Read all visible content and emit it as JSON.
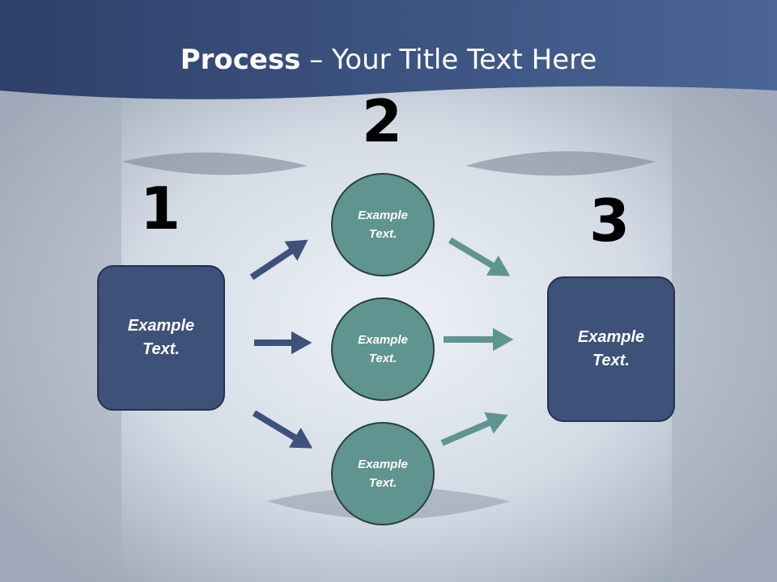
{
  "slide": {
    "title_bold": "Process",
    "title_rest": " – Your Title Text Here"
  },
  "steps": {
    "n1": "1",
    "n2": "2",
    "n3": "3"
  },
  "nodes": {
    "left_box": "Example Text.",
    "circle_top": "Example Text.",
    "circle_middle": "Example Text.",
    "circle_bottom": "Example Text.",
    "right_box": "Example Text."
  },
  "colors": {
    "header_band": "#3a5380",
    "box_fill": "#3e5179",
    "circle_fill": "#5f9490",
    "arrow_blue": "#3e5179",
    "arrow_teal": "#5f9490"
  }
}
